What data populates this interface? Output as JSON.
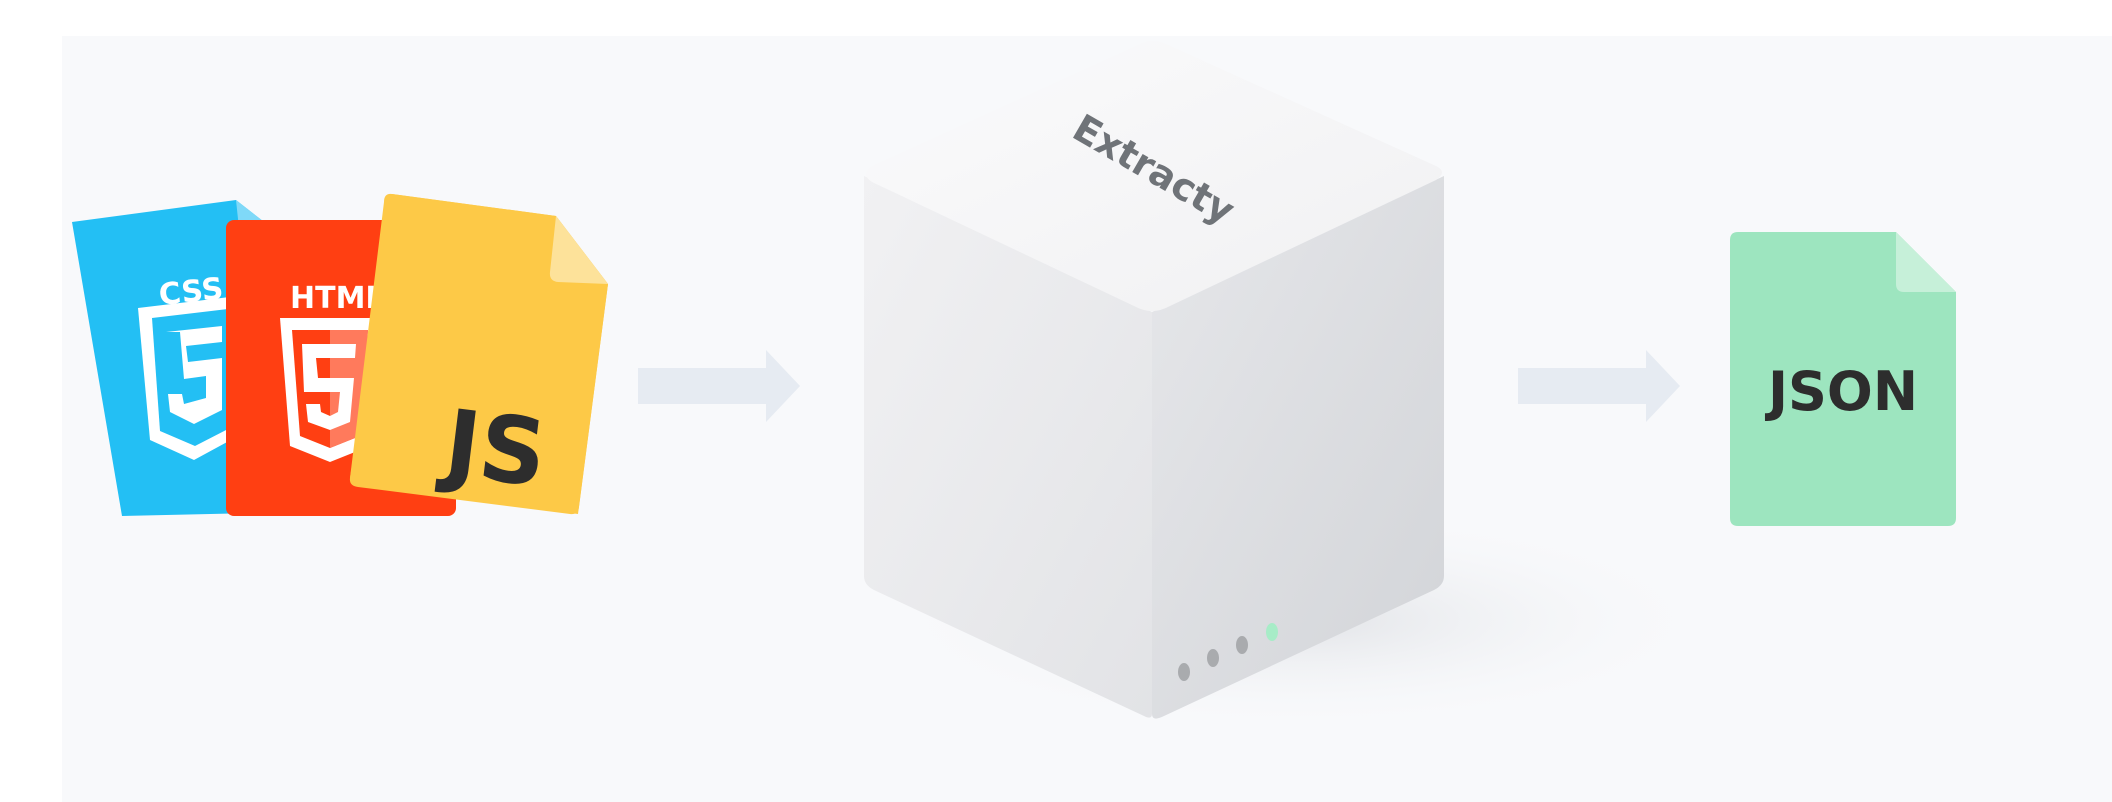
{
  "diagram": {
    "inputs": [
      {
        "name": "css",
        "badge": "CSS",
        "color": "#23bff4"
      },
      {
        "name": "html",
        "badge": "HTML",
        "color": "#ff3f12"
      },
      {
        "name": "js",
        "badge": "JS",
        "color": "#fdc947"
      }
    ],
    "processor": {
      "brand": "Extracty",
      "status_lights": [
        "off",
        "off",
        "off",
        "on"
      ]
    },
    "output": {
      "name": "json",
      "badge": "JSON",
      "color": "#9de5bf"
    },
    "colors": {
      "arrow": "#e6ebf2",
      "cube_top": "#f7f7f8",
      "cube_left": "#ececee",
      "cube_right": "#dcdee1",
      "led_off": "#a9abae",
      "led_on": "#a7ecc7"
    }
  }
}
